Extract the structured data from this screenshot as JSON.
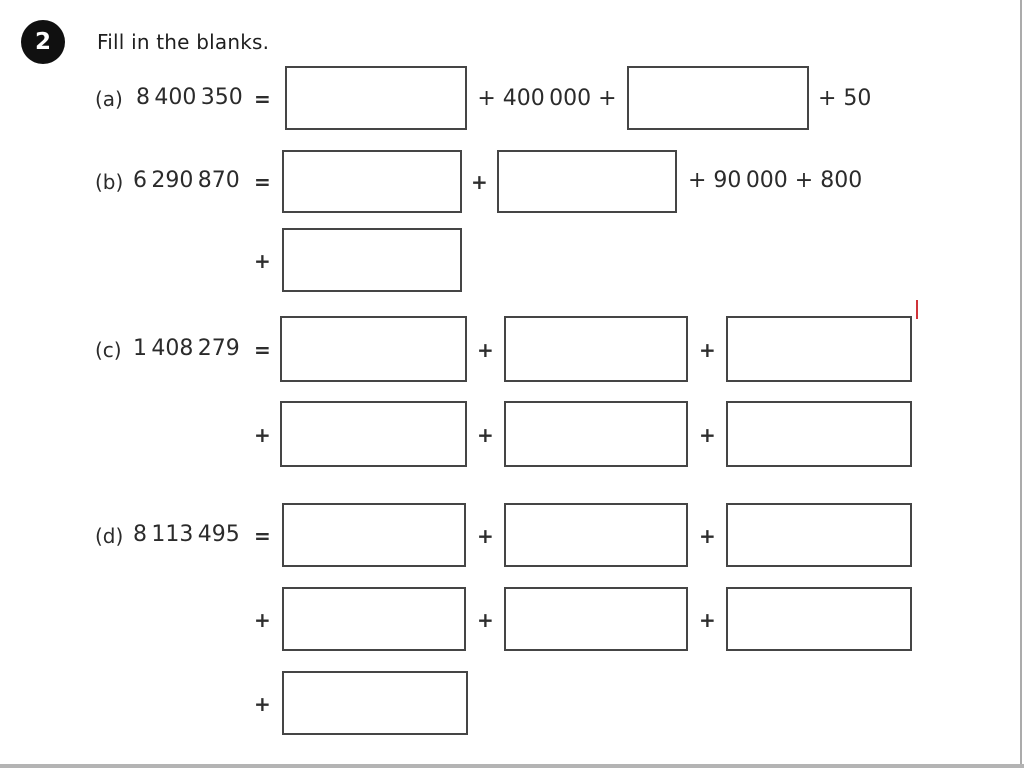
{
  "worksheet": {
    "question_number": "2",
    "instruction": "Fill in the blanks.",
    "plus": "+",
    "equals": "=",
    "problems": [
      {
        "label": "(a)",
        "number": "8 400 350",
        "mid_text": "+ 400 000 +",
        "tail_text": "+ 50"
      },
      {
        "label": "(b)",
        "number": "6 290 870",
        "tail_text": "+ 90 000 + 800"
      },
      {
        "label": "(c)",
        "number": "1 408 279"
      },
      {
        "label": "(d)",
        "number": "8 113 495"
      }
    ]
  },
  "colors": {
    "text": "#2b2b2b",
    "badge_background": "#101010",
    "box_border": "#454545",
    "caret_red": "#cf3339",
    "page_edge_line": "#ababab",
    "bottom_rule": "#b4b4b4"
  }
}
